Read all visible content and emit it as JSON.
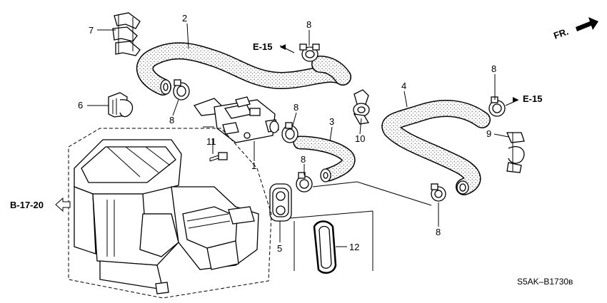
{
  "callouts": {
    "p1": "1",
    "p2": "2",
    "p3": "3",
    "p4": "4",
    "p5": "5",
    "p6": "6",
    "p7": "7",
    "p8a": "8",
    "p8b": "8",
    "p8c": "8",
    "p8d": "8",
    "p8e": "8",
    "p8f": "8",
    "p9": "9",
    "p10": "10",
    "p11": "11",
    "p12": "12"
  },
  "refs": {
    "e15_left": "E-15",
    "e15_right": "E-15",
    "b1720": "B-17-20",
    "fr": "FR."
  },
  "diagram_code": "S5AK–B1730в"
}
